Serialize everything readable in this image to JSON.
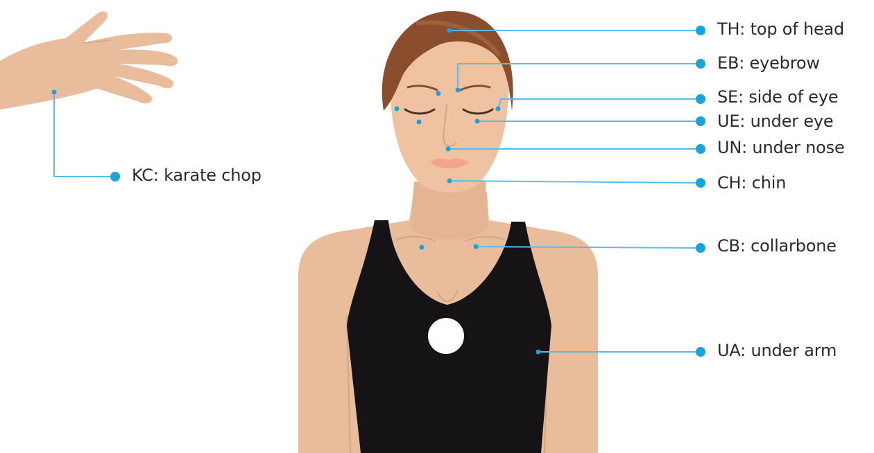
{
  "palette": {
    "skin": "#e9bd9c",
    "skin_shadow": "#d7a482",
    "hair": "#8a4e2f",
    "hair_highlight": "#b06a42",
    "top": "#151316",
    "lips": "#f3a58c",
    "lashes": "#4a3326",
    "point": "#1aa3da",
    "line": "#5bbde6"
  },
  "points": [
    {
      "id": "th",
      "label": "TH: top of head"
    },
    {
      "id": "eb",
      "label": "EB: eyebrow"
    },
    {
      "id": "se",
      "label": "SE: side of eye"
    },
    {
      "id": "ue",
      "label": "UE: under eye"
    },
    {
      "id": "un",
      "label": "UN: under nose"
    },
    {
      "id": "ch",
      "label": "CH: chin"
    },
    {
      "id": "cb",
      "label": "CB: collarbone"
    },
    {
      "id": "ua",
      "label": "UA: under arm"
    },
    {
      "id": "kc",
      "label": "KC: karate chop"
    }
  ]
}
